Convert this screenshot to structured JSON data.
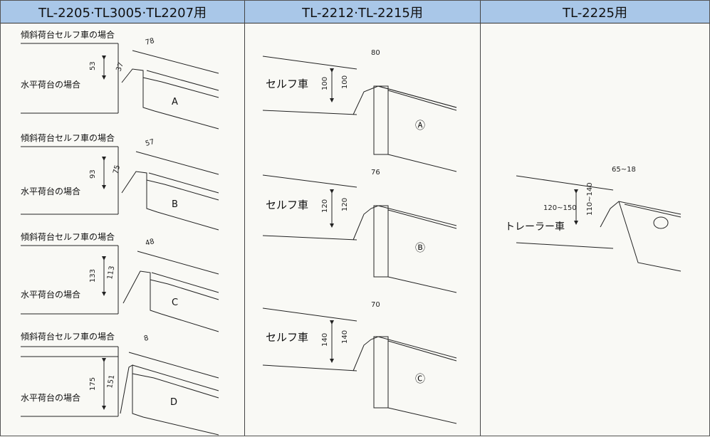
{
  "columns": [
    {
      "header": "TL-2205·TL3005·TL2207用"
    },
    {
      "header": "TL-2212·TL-2215用"
    },
    {
      "header": "TL-2225用"
    }
  ],
  "left_panels": [
    {
      "incline_label": "傾斜荷台セルフ車の場合",
      "flat_label": "水平荷台の場合",
      "dim_h1": "53",
      "dim_h2": "37",
      "dim_w": "78",
      "letter": "A"
    },
    {
      "incline_label": "傾斜荷台セルフ車の場合",
      "flat_label": "水平荷台の場合",
      "dim_h1": "93",
      "dim_h2": "75",
      "dim_w": "57",
      "letter": "B"
    },
    {
      "incline_label": "傾斜荷台セルフ車の場合",
      "flat_label": "水平荷台の場合",
      "dim_h1": "133",
      "dim_h2": "113",
      "dim_w": "48",
      "letter": "C"
    },
    {
      "incline_label": "傾斜荷台セルフ車の場合",
      "flat_label": "水平荷台の場合",
      "dim_h1": "175",
      "dim_h2": "151",
      "dim_w": "8",
      "letter": "D"
    }
  ],
  "mid_panels": [
    {
      "label": "セルフ車",
      "dim_h1": "100",
      "dim_h2": "100",
      "dim_w": "80",
      "letter": "Ⓐ"
    },
    {
      "label": "セルフ車",
      "dim_h1": "120",
      "dim_h2": "120",
      "dim_w": "76",
      "letter": "Ⓑ"
    },
    {
      "label": "セルフ車",
      "dim_h1": "140",
      "dim_h2": "140",
      "dim_w": "70",
      "letter": "Ⓒ"
    }
  ],
  "right_panel": {
    "label": "トレーラー車",
    "dim_h1": "120~150",
    "dim_h2": "110~140",
    "dim_w": "65~18"
  }
}
